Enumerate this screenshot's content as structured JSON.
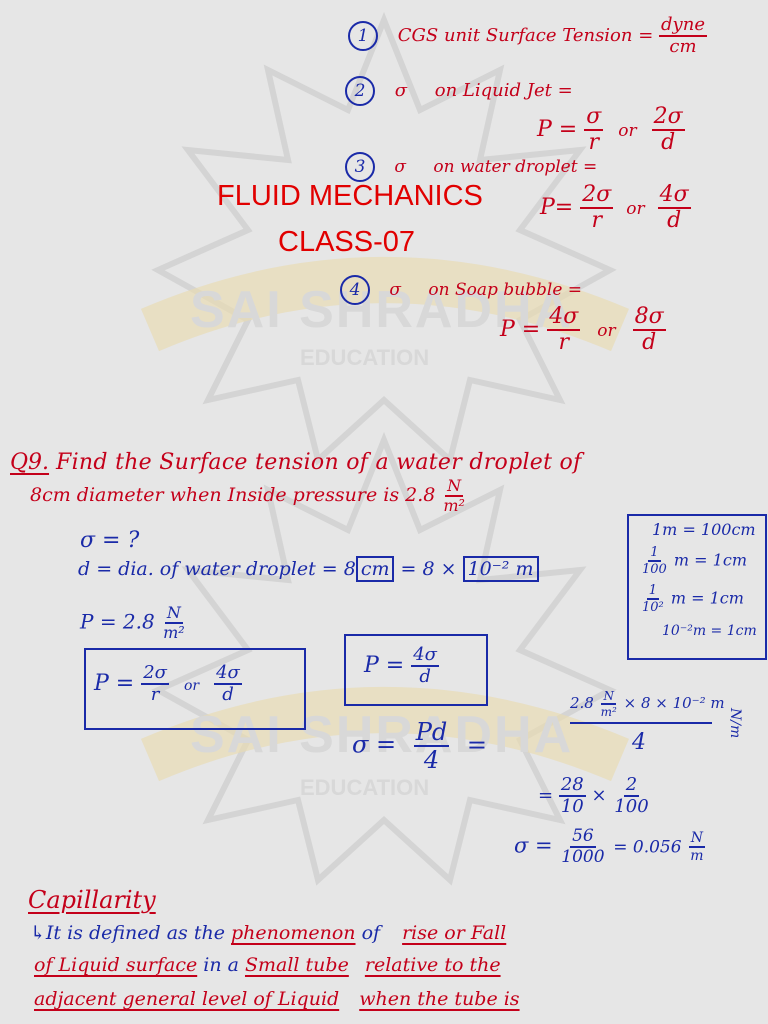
{
  "title": {
    "line1": "FLUID MECHANICS",
    "line2": "CLASS-07"
  },
  "watermark": {
    "text": "SAI SHRADHA",
    "subtext": "EDUCATION"
  },
  "notes": {
    "n1": {
      "num": "1",
      "text": "CGS unit Surface Tension =",
      "num_top": "dyne",
      "num_bot": "cm"
    },
    "n2": {
      "num": "2",
      "sym": "σ",
      "text": "on Liquid Jet =",
      "p": "P =",
      "f1n": "σ",
      "f1d": "r",
      "or": "or",
      "f2n": "2σ",
      "f2d": "d"
    },
    "n3": {
      "num": "3",
      "sym": "σ",
      "text": "on water droplet =",
      "p": "P=",
      "f1n": "2σ",
      "f1d": "r",
      "or": "or",
      "f2n": "4σ",
      "f2d": "d"
    },
    "n4": {
      "num": "4",
      "sym": "σ",
      "text": "on Soap bubble =",
      "p": "P =",
      "f1n": "4σ",
      "f1d": "r",
      "or": "or",
      "f2n": "8σ",
      "f2d": "d"
    }
  },
  "question": {
    "label": "Q9.",
    "line1": "Find the Surface tension of a water droplet of",
    "line2": "8cm diameter when Inside pressure is 2.8",
    "unit_n": "N",
    "unit_d": "m²"
  },
  "solution": {
    "sigma": "σ = ?",
    "d_line": "d = dia. of water droplet = 8",
    "d_cm": "cm",
    "d_eq": "= 8 ×",
    "d_pow": "10⁻²",
    "d_m": "m",
    "p_line": "P = 2.8",
    "p_n": "N",
    "p_d": "m²",
    "box1": {
      "p": "P =",
      "f1n": "2σ",
      "f1d": "r",
      "or": "or",
      "f2n": "4σ",
      "f2d": "d"
    },
    "box2": {
      "p": "P =",
      "fn": "4σ",
      "fd": "d"
    },
    "conv": {
      "l1": "1m = 100cm",
      "l2a": "1",
      "l2b": "100",
      "l2c": "m = 1cm",
      "l3a": "1",
      "l3b": "10²",
      "l3c": "m = 1cm",
      "l4": "10⁻²m = 1cm"
    },
    "step1": {
      "lhs": "σ =",
      "fn": "Pd",
      "fd": "4",
      "eq": "=",
      "top": "2.8",
      "top_n": "N",
      "top_d": "m²",
      "top_rest": "× 8 × 10⁻² m",
      "bot": "4",
      "side": "N/m"
    },
    "step2": {
      "eq": "=",
      "a_n": "28",
      "a_d": "10",
      "x": "×",
      "b_n": "2",
      "b_d": "100"
    },
    "step3": {
      "lhs": "σ =",
      "fn": "56",
      "fd": "1000",
      "res": "= 0.056",
      "u_n": "N",
      "u_d": "m"
    }
  },
  "capillarity": {
    "heading": "Capillarity",
    "l1a": "↳It is defined as the",
    "l1b": "phenomenon",
    "l1c": "of",
    "l1d": "rise or Fall",
    "l2a": "of Liquid surface",
    "l2b": "in a",
    "l2c": "Small tube",
    "l2d": "relative to the",
    "l3a": "adjacent general level of Liquid",
    "l3b": "when the tube is"
  }
}
